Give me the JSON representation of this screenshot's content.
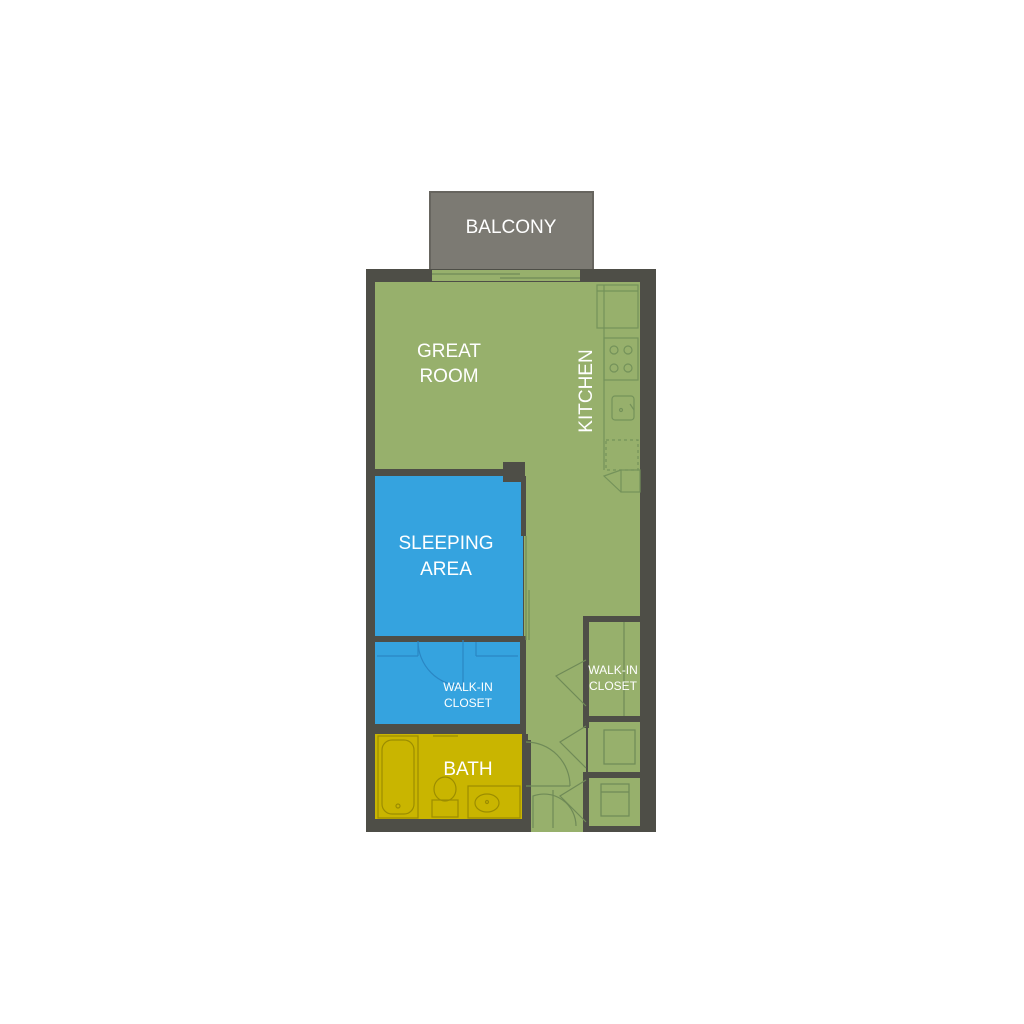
{
  "rooms": {
    "balcony": "BALCONY",
    "great_room_line1": "GREAT",
    "great_room_line2": "ROOM",
    "kitchen": "KITCHEN",
    "sleeping_area_line1": "SLEEPING",
    "sleeping_area_line2": "AREA",
    "walkin_closet_left_line1": "WALK-IN",
    "walkin_closet_left_line2": "CLOSET",
    "walkin_closet_right_line1": "WALK-IN",
    "walkin_closet_right_line2": "CLOSET",
    "bath": "BATH"
  },
  "colors": {
    "wall": "#4e4e47",
    "balcony": "#7c7a73",
    "living": "#97b06c",
    "sleeping": "#35a3df",
    "bath": "#c9b500"
  }
}
